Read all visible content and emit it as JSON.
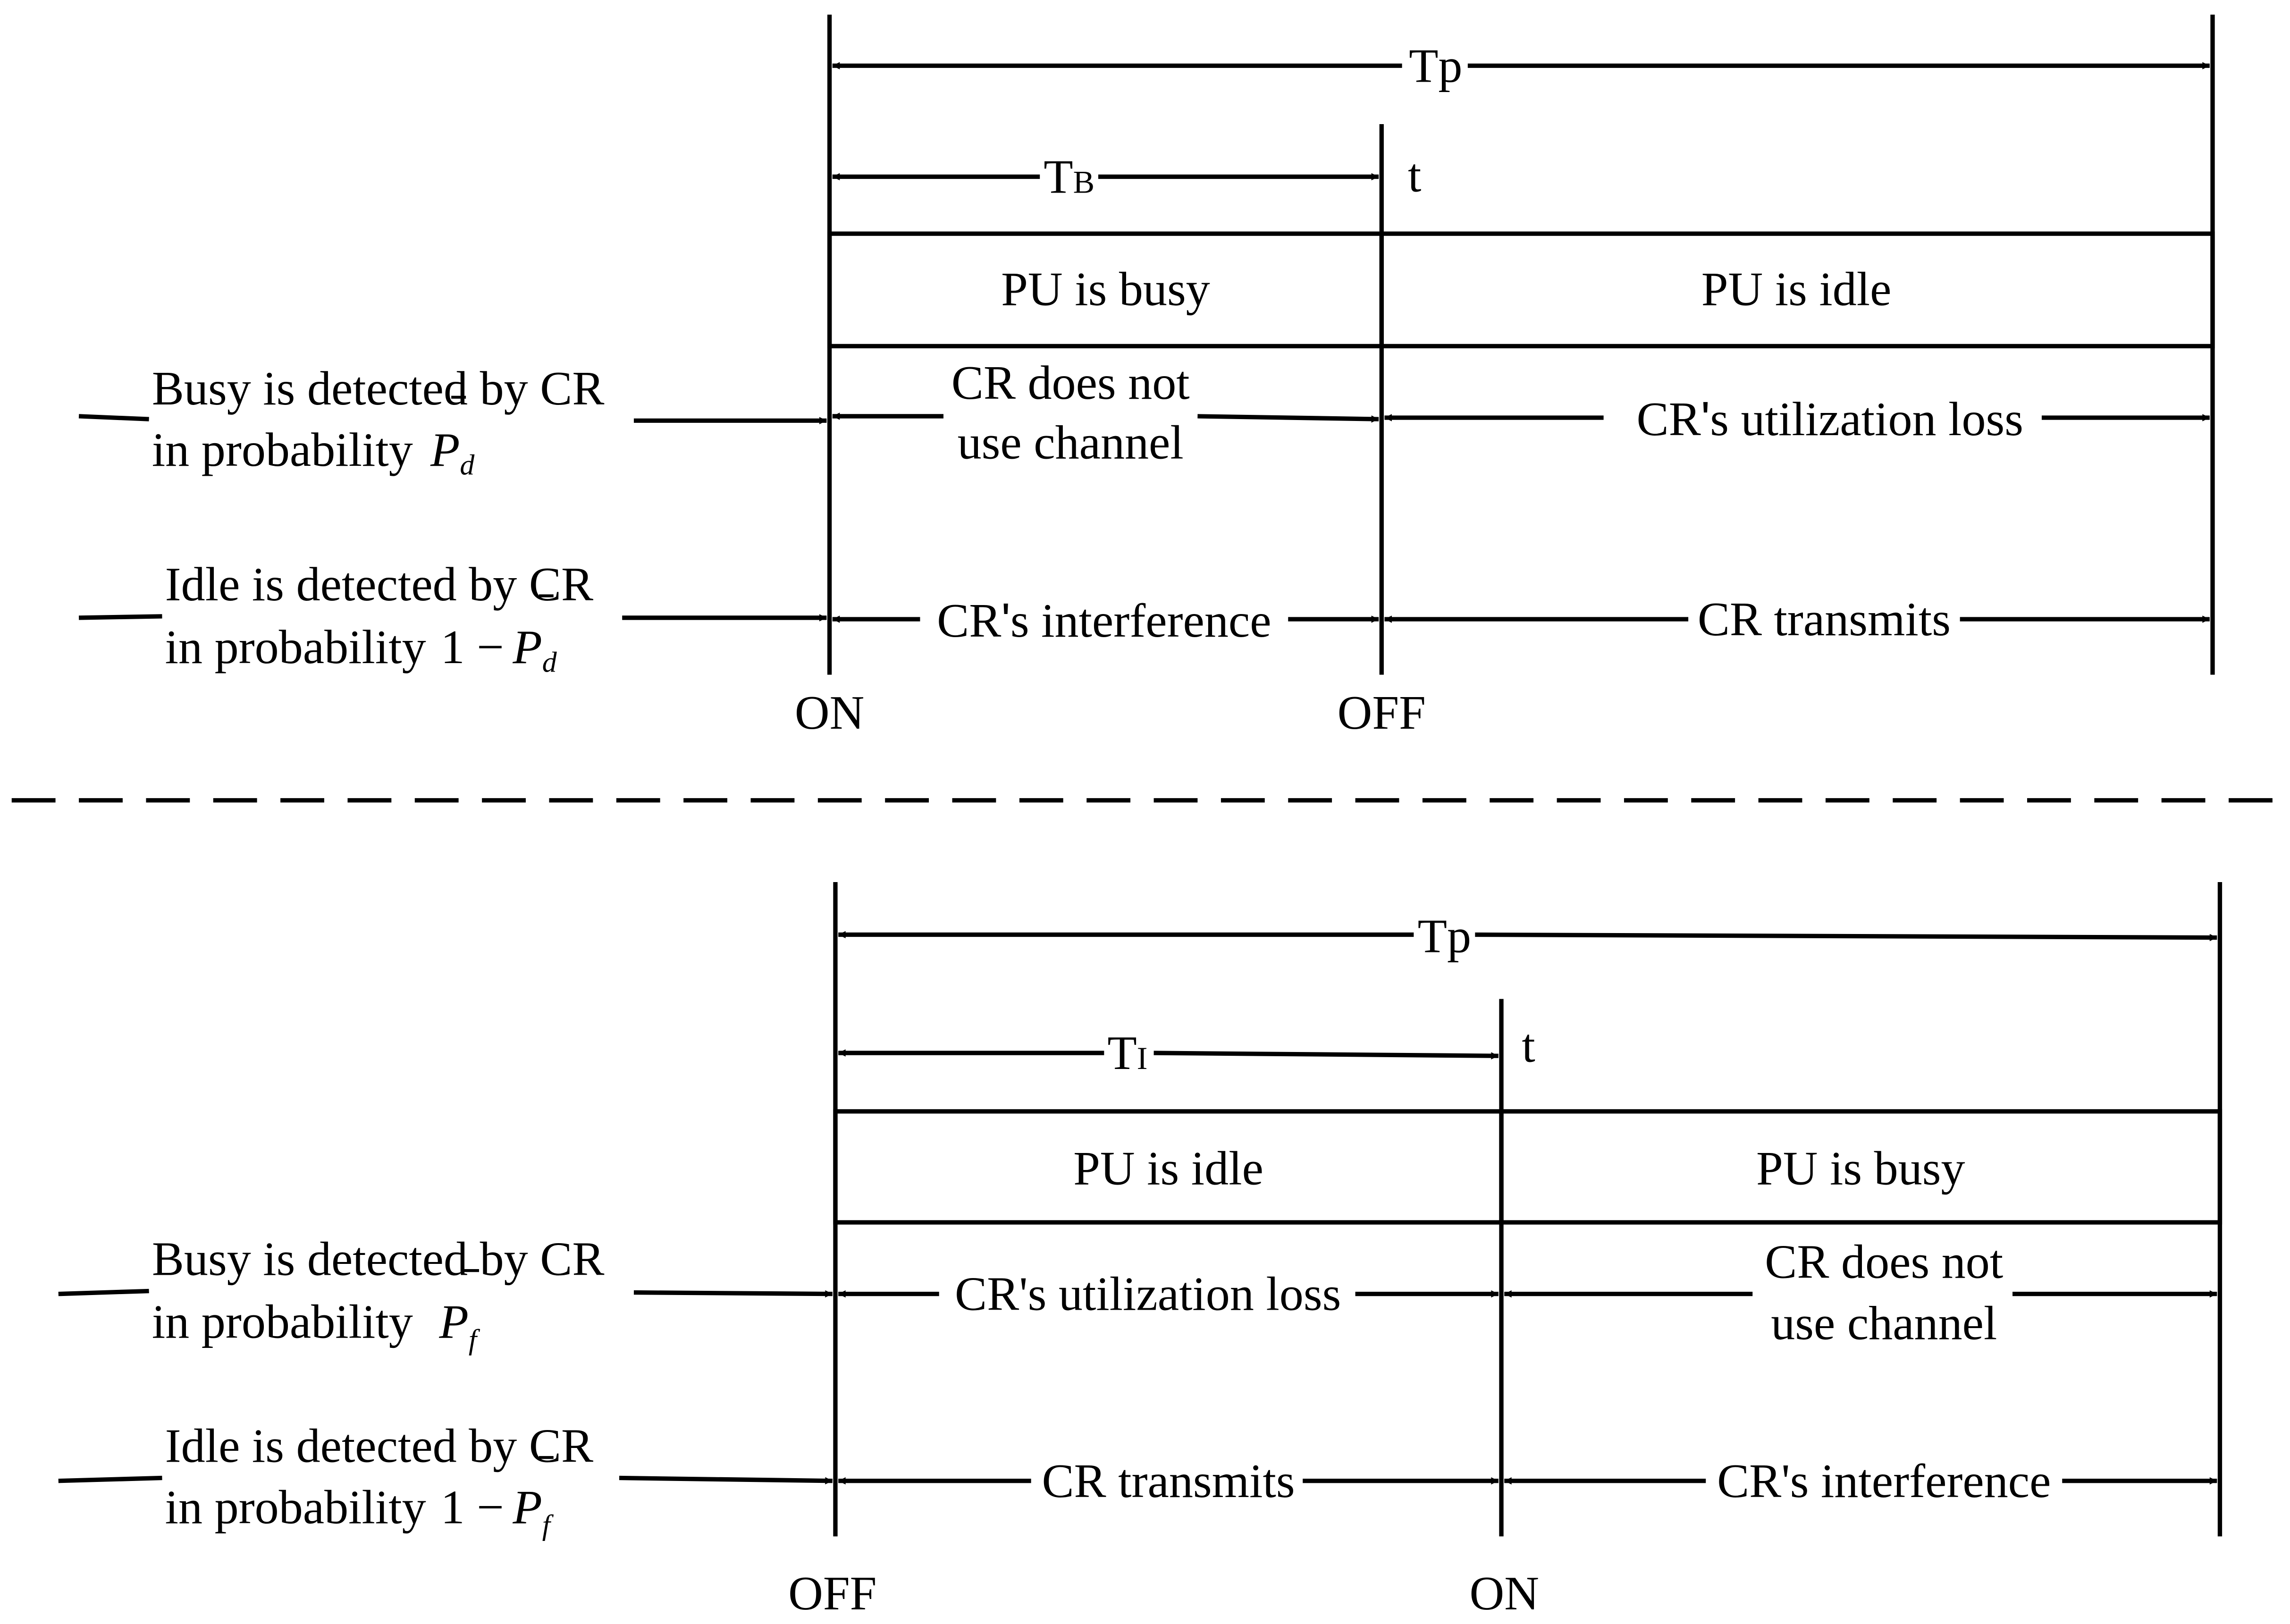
{
  "colors": {
    "line": "#000000",
    "background": "#ffffff"
  },
  "top": {
    "period_label": "Tp",
    "first_interval": {
      "main": "T",
      "sub": "B"
    },
    "t_label": "t",
    "pu_left": "PU is busy",
    "pu_right": "PU is idle",
    "row1": {
      "label_line1": "Busy is detected by CR",
      "label_line2": "in probability",
      "prob_symbol": "P",
      "prob_sub": "d",
      "left_line1": "CR does not",
      "left_line2": "use channel",
      "right_prefix": "CR",
      "right_apos": "'",
      "right_suffix": "s utilization loss"
    },
    "row2": {
      "label_line1": "Idle is detected by CR",
      "label_line2": "in probability",
      "prob_prefix": "1 −",
      "prob_symbol": "P",
      "prob_sub": "d",
      "left_prefix": "CR",
      "left_apos": "'",
      "left_suffix": "s interference",
      "right": "CR transmits"
    },
    "on_label": "ON",
    "off_label": "OFF"
  },
  "bottom": {
    "period_label": "Tp",
    "first_interval": {
      "main": "T",
      "sub": "I"
    },
    "t_label": "t",
    "pu_left": "PU is idle",
    "pu_right": "PU is busy",
    "row1": {
      "label_line1": "Busy is detected by CR",
      "label_line2": "in probability",
      "prob_symbol": "P",
      "prob_sub": "f",
      "left": "CR's utilization loss",
      "right_line1": "CR does not",
      "right_line2": "use channel"
    },
    "row2": {
      "label_line1": "Idle is detected by CR",
      "label_line2": "in probability",
      "prob_prefix": "1 −",
      "prob_symbol": "P",
      "prob_sub": "f",
      "left": "CR transmits",
      "right": "CR's interference"
    },
    "off_label": "OFF",
    "on_label": "ON"
  }
}
